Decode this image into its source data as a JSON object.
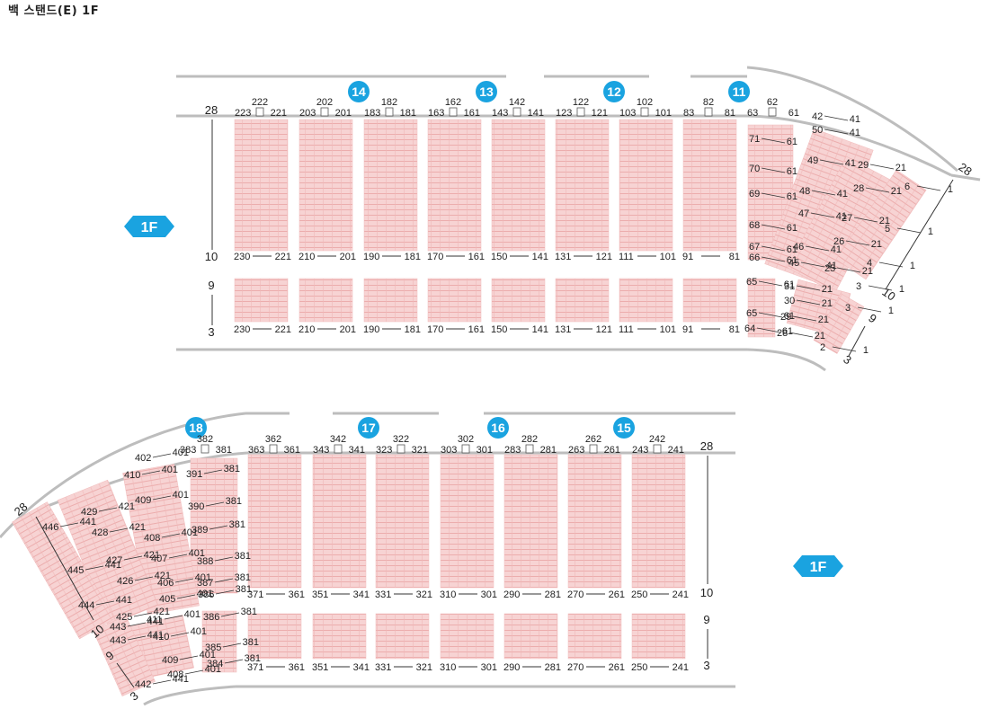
{
  "title": "백 스탠드(E)  1F",
  "floor_badge": "1F",
  "colors": {
    "accent": "#1aa3e0",
    "seat_block": "#f4c4c4",
    "seat_line": "#e79a9a",
    "outline": "#bfbfbf"
  },
  "top_section": {
    "row_top": "28",
    "row_mid_end": "10",
    "row_low_start": "9",
    "row_low_end": "3",
    "gates": [
      "14",
      "13",
      "12",
      "11"
    ],
    "blocks": [
      {
        "top": [
          "223",
          "222",
          "221"
        ],
        "upper": [
          "230",
          "221"
        ],
        "lower": [
          "230",
          "221"
        ]
      },
      {
        "top": [
          "203",
          "202",
          "201"
        ],
        "upper": [
          "210",
          "201"
        ],
        "lower": [
          "210",
          "201"
        ]
      },
      {
        "top": [
          "183",
          "182",
          "181"
        ],
        "upper": [
          "190",
          "181"
        ],
        "lower": [
          "190",
          "181"
        ]
      },
      {
        "top": [
          "163",
          "162",
          "161"
        ],
        "upper": [
          "170",
          "161"
        ],
        "lower": [
          "170",
          "161"
        ]
      },
      {
        "top": [
          "143",
          "142",
          "141"
        ],
        "upper": [
          "150",
          "141"
        ],
        "lower": [
          "150",
          "141"
        ]
      },
      {
        "top": [
          "123",
          "122",
          "121"
        ],
        "upper": [
          "131",
          "121"
        ],
        "lower": [
          "131",
          "121"
        ]
      },
      {
        "top": [
          "103",
          "102",
          "101"
        ],
        "upper": [
          "111",
          "101"
        ],
        "lower": [
          "111",
          "101"
        ]
      },
      {
        "top": [
          "83",
          "82",
          "81"
        ],
        "upper": [
          "91",
          "81"
        ],
        "lower": [
          "91",
          "81"
        ]
      }
    ],
    "curve_top": [
      "63",
      "62",
      "61"
    ],
    "curve_labels": [
      {
        "a": "71",
        "b": "61"
      },
      {
        "a": "70",
        "b": "61"
      },
      {
        "a": "69",
        "b": "61"
      },
      {
        "a": "68",
        "b": "61"
      },
      {
        "a": "67",
        "b": "61"
      },
      {
        "a": "66",
        "b": "61"
      },
      {
        "a": "65",
        "b": "61"
      },
      {
        "a": "65",
        "b": "61"
      },
      {
        "a": "64",
        "b": "61"
      },
      {
        "a": "42",
        "b": "41"
      },
      {
        "a": "50",
        "b": "41"
      },
      {
        "a": "49",
        "b": "41"
      },
      {
        "a": "48",
        "b": "41"
      },
      {
        "a": "47",
        "b": "41"
      },
      {
        "a": "46",
        "b": "41"
      },
      {
        "a": "45",
        "b": "41"
      },
      {
        "a": "29",
        "b": "21"
      },
      {
        "a": "28",
        "b": "21"
      },
      {
        "a": "27",
        "b": "21"
      },
      {
        "a": "26",
        "b": "21"
      },
      {
        "a": "25",
        "b": "21"
      },
      {
        "a": "31",
        "b": "21"
      },
      {
        "a": "30",
        "b": "21"
      },
      {
        "a": "29",
        "b": "21"
      },
      {
        "a": "28",
        "b": "21"
      },
      {
        "a": "6",
        "b": "1"
      },
      {
        "a": "5",
        "b": "1"
      },
      {
        "a": "4",
        "b": "1"
      },
      {
        "a": "3",
        "b": "1"
      },
      {
        "a": "3",
        "b": "1"
      },
      {
        "a": "2",
        "b": "1"
      }
    ],
    "curve_rows": [
      "28",
      "10",
      "9",
      "3"
    ]
  },
  "bottom_section": {
    "row_top": "28",
    "row_mid_end": "10",
    "row_low_start": "9",
    "row_low_end": "3",
    "gates": [
      "18",
      "17",
      "16",
      "15"
    ],
    "blocks": [
      {
        "top": [
          "363",
          "362",
          "361"
        ],
        "upper": [
          "371",
          "361"
        ],
        "lower": [
          "371",
          "361"
        ]
      },
      {
        "top": [
          "343",
          "342",
          "341"
        ],
        "upper": [
          "351",
          "341"
        ],
        "lower": [
          "351",
          "341"
        ]
      },
      {
        "top": [
          "323",
          "322",
          "321"
        ],
        "upper": [
          "331",
          "321"
        ],
        "lower": [
          "331",
          "321"
        ]
      },
      {
        "top": [
          "303",
          "302",
          "301"
        ],
        "upper": [
          "310",
          "301"
        ],
        "lower": [
          "310",
          "301"
        ]
      },
      {
        "top": [
          "283",
          "282",
          "281"
        ],
        "upper": [
          "290",
          "281"
        ],
        "lower": [
          "290",
          "281"
        ]
      },
      {
        "top": [
          "263",
          "262",
          "261"
        ],
        "upper": [
          "270",
          "261"
        ],
        "lower": [
          "270",
          "261"
        ]
      },
      {
        "top": [
          "243",
          "242",
          "241"
        ],
        "upper": [
          "250",
          "241"
        ],
        "lower": [
          "250",
          "241"
        ]
      }
    ],
    "curve_top": [
      "383",
      "382",
      "381"
    ],
    "curve_labels": [
      {
        "a": "391",
        "b": "381"
      },
      {
        "a": "390",
        "b": "381"
      },
      {
        "a": "389",
        "b": "381"
      },
      {
        "a": "388",
        "b": "381"
      },
      {
        "a": "387",
        "b": "381"
      },
      {
        "a": "386",
        "b": "381"
      },
      {
        "a": "386",
        "b": "381"
      },
      {
        "a": "385",
        "b": "381"
      },
      {
        "a": "384",
        "b": "381"
      },
      {
        "a": "402",
        "b": "401"
      },
      {
        "a": "410",
        "b": "401"
      },
      {
        "a": "409",
        "b": "401"
      },
      {
        "a": "408",
        "b": "401"
      },
      {
        "a": "407",
        "b": "401"
      },
      {
        "a": "406",
        "b": "401"
      },
      {
        "a": "405",
        "b": "401"
      },
      {
        "a": "411",
        "b": "401"
      },
      {
        "a": "410",
        "b": "401"
      },
      {
        "a": "409",
        "b": "401"
      },
      {
        "a": "408",
        "b": "401"
      },
      {
        "a": "429",
        "b": "421"
      },
      {
        "a": "428",
        "b": "421"
      },
      {
        "a": "427",
        "b": "421"
      },
      {
        "a": "426",
        "b": "421"
      },
      {
        "a": "425",
        "b": "421"
      },
      {
        "a": "446",
        "b": "441"
      },
      {
        "a": "445",
        "b": "441"
      },
      {
        "a": "444",
        "b": "441"
      },
      {
        "a": "443",
        "b": "441"
      },
      {
        "a": "443",
        "b": "441"
      },
      {
        "a": "442",
        "b": "441"
      }
    ],
    "curve_rows": [
      "28",
      "10",
      "9",
      "3"
    ]
  }
}
